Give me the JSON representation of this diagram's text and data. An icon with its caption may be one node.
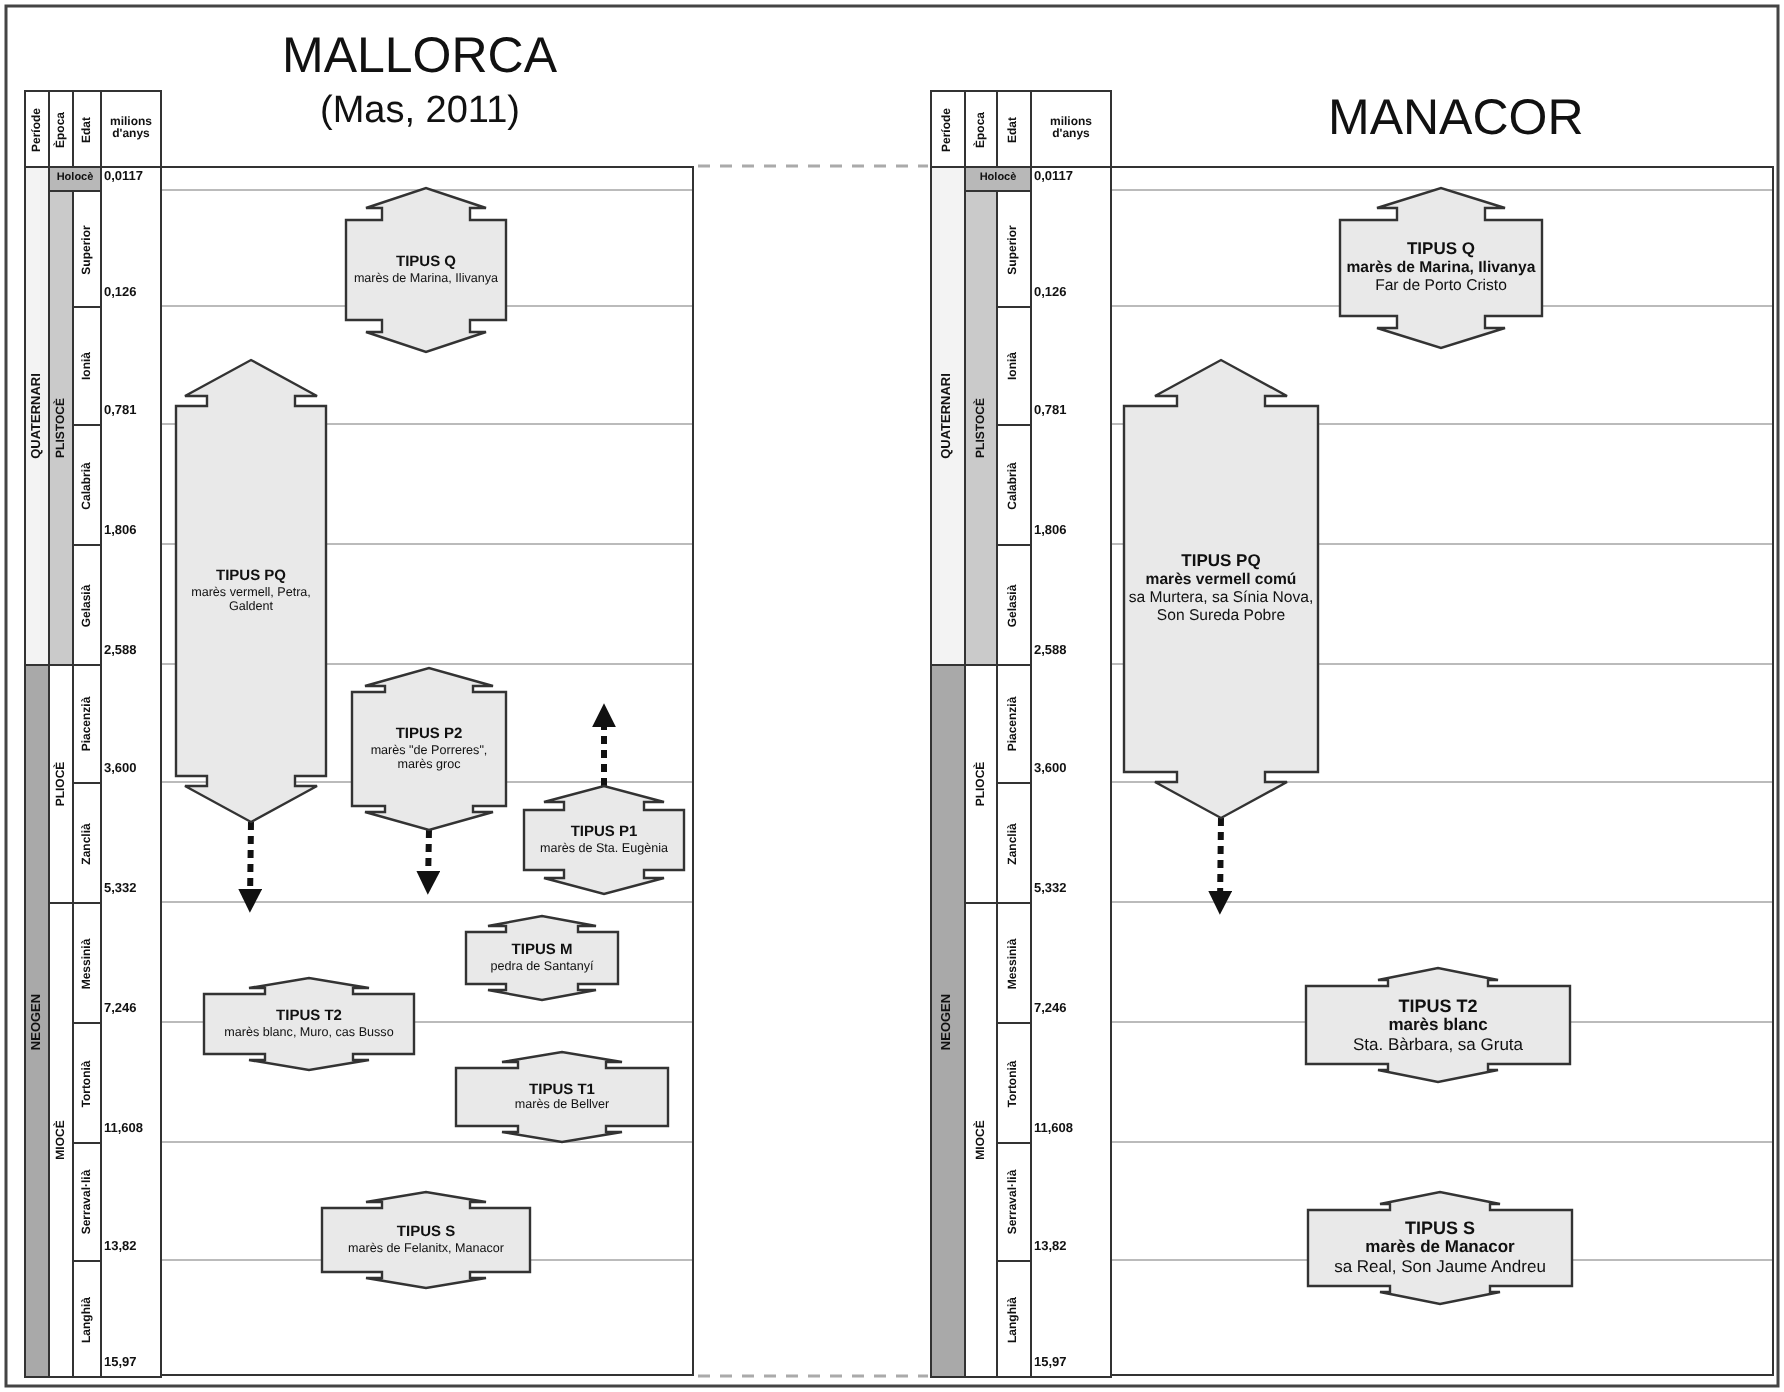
{
  "diagram": {
    "nodes": [
      {
        "text": [
          "TIPUS Q",
          "marès de Marina, Ilivanya"
        ]
      },
      {
        "text": [
          "TIPUS PQ",
          "marès vermell, Petra, Galdent"
        ]
      },
      {
        "text": [
          "TIPUS P2",
          "marès \"de Porreres\", marès groc"
        ]
      },
      {
        "text": [
          "TIPUS P1",
          "marès de Sta. Eugènia"
        ]
      },
      {
        "text": [
          "TIPUS M",
          "pedra de Santanyí"
        ]
      },
      {
        "text": [
          "TIPUS T2",
          "marès blanc, Muro, cas Busso"
        ]
      },
      {
        "text": [
          "TIPUS T1",
          "marès de Bellver"
        ]
      },
      {
        "text": [
          "TIPUS S",
          "marès de Felanitx, Manacor"
        ]
      },
      {
        "text": [
          "TIPUS Q",
          "marès de Marina, Ilivanya",
          "Far de Porto Cristo"
        ]
      },
      {
        "text": [
          "TIPUS PQ",
          "marès vermell comú",
          "sa Murtera, sa Sínia Nova, Son Sureda Pobre"
        ]
      },
      {
        "text": [
          "TIPUS T2",
          "marès blanc",
          "Sta. Bàrbara, sa Gruta"
        ]
      },
      {
        "text": [
          "TIPUS S",
          "marès de Manacor",
          "sa Real, Son Jaume Andreu"
        ]
      }
    ],
    "edges": [
      {
        "from": 1,
        "to": null,
        "arrow": "to",
        "style": "dashed"
      },
      {
        "from": 2,
        "to": null,
        "arrow": "to",
        "style": "dashed"
      },
      {
        "from": 3,
        "to": null,
        "arrow": "to",
        "style": "dashed"
      },
      {
        "from": 9,
        "to": null,
        "arrow": "to",
        "style": "dashed"
      }
    ],
    "labels": [
      "MALLORCA",
      "Període",
      "Època",
      "Edat",
      "milions d'anys",
      "(Mas, 2011)",
      "Període",
      "Època",
      "Edat",
      "milions d'anys",
      "MANACOR",
      "QUATERNARI",
      "NEOGEN",
      "Holocè",
      "PLISTOCÈ",
      "PLIOCÈ",
      "MIOCÈ",
      "Superior",
      "Ionià",
      "Calabrià",
      "Gelasià",
      "Piacenzià",
      "Zanclià",
      "Messinià",
      "Tortonià",
      "Serraval·lià",
      "Langhià",
      "0,0117",
      "0,126",
      "0,781",
      "1,806",
      "2,588",
      "3,600",
      "5,332",
      "7,246",
      "11,608",
      "13,82",
      "15,97",
      "QUATERNARI",
      "NEOGEN",
      "Holocè",
      "PLISTOCÈ",
      "PLIOCÈ",
      "MIOCÈ",
      "Superior",
      "Ionià",
      "Calabrià",
      "Gelasià",
      "Piacenzià",
      "Zanclià",
      "Messinià",
      "Tortonià",
      "Serraval·lià",
      "Langhià",
      "0,0117",
      "0,126",
      "0,781",
      "1,806",
      "2,588",
      "3,600",
      "5,332",
      "7,246",
      "11,608",
      "13,82",
      "15,97"
    ]
  }
}
